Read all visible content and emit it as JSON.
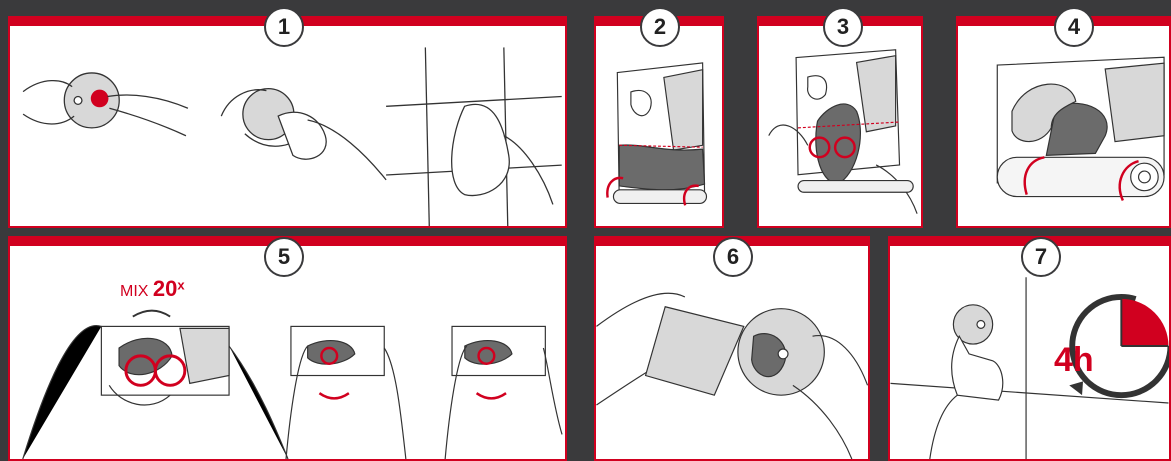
{
  "steps": [
    {
      "number": "1"
    },
    {
      "number": "2"
    },
    {
      "number": "3"
    },
    {
      "number": "4"
    },
    {
      "number": "5",
      "mix": {
        "word": "MIX",
        "count": "20",
        "suffix": "x"
      }
    },
    {
      "number": "6"
    },
    {
      "number": "7",
      "timer": "4h"
    }
  ],
  "colors": {
    "accent": "#d1001f",
    "background": "#3a3a3c",
    "panel": "#ffffff",
    "grey": "#6b6b6b",
    "light_grey": "#d8d8d8"
  }
}
